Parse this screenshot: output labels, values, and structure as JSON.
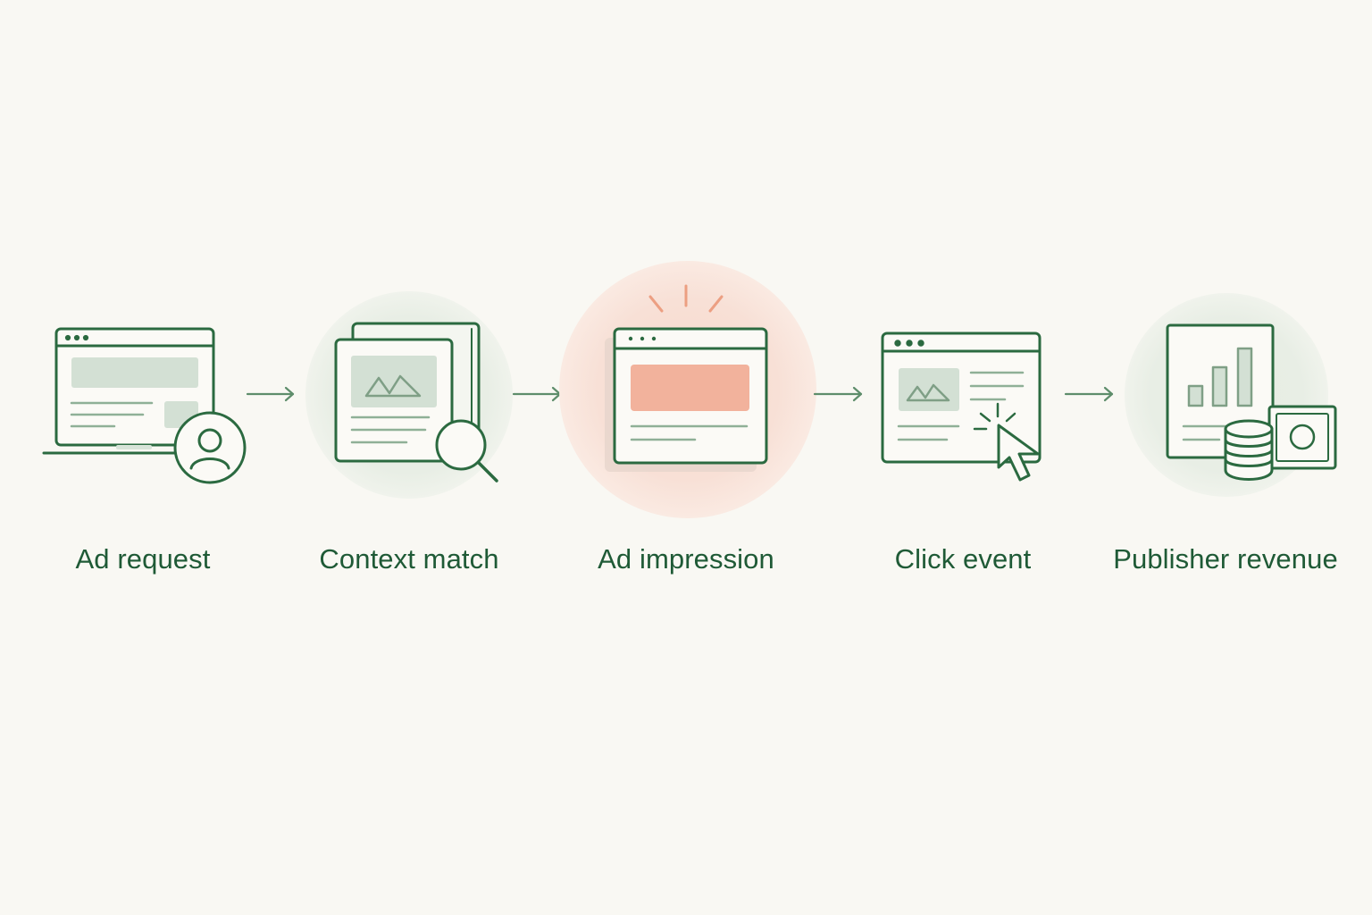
{
  "flow": {
    "steps": [
      {
        "label": "Ad request",
        "icon": "laptop-user-icon"
      },
      {
        "label": "Context match",
        "icon": "page-search-icon"
      },
      {
        "label": "Ad impression",
        "icon": "ad-window-icon",
        "highlighted": true
      },
      {
        "label": "Click event",
        "icon": "click-cursor-icon"
      },
      {
        "label": "Publisher revenue",
        "icon": "revenue-chart-coins-icon"
      }
    ]
  },
  "colors": {
    "background": "#f9f8f3",
    "stroke": "#2b6a40",
    "label": "#1f5a36",
    "soft_fill": "#d8e4d9",
    "halo_green": "#e7ede5",
    "halo_peach": "#f7ddd2",
    "accent": "#ec9f82",
    "accent_fill": "#f2b7a1"
  }
}
